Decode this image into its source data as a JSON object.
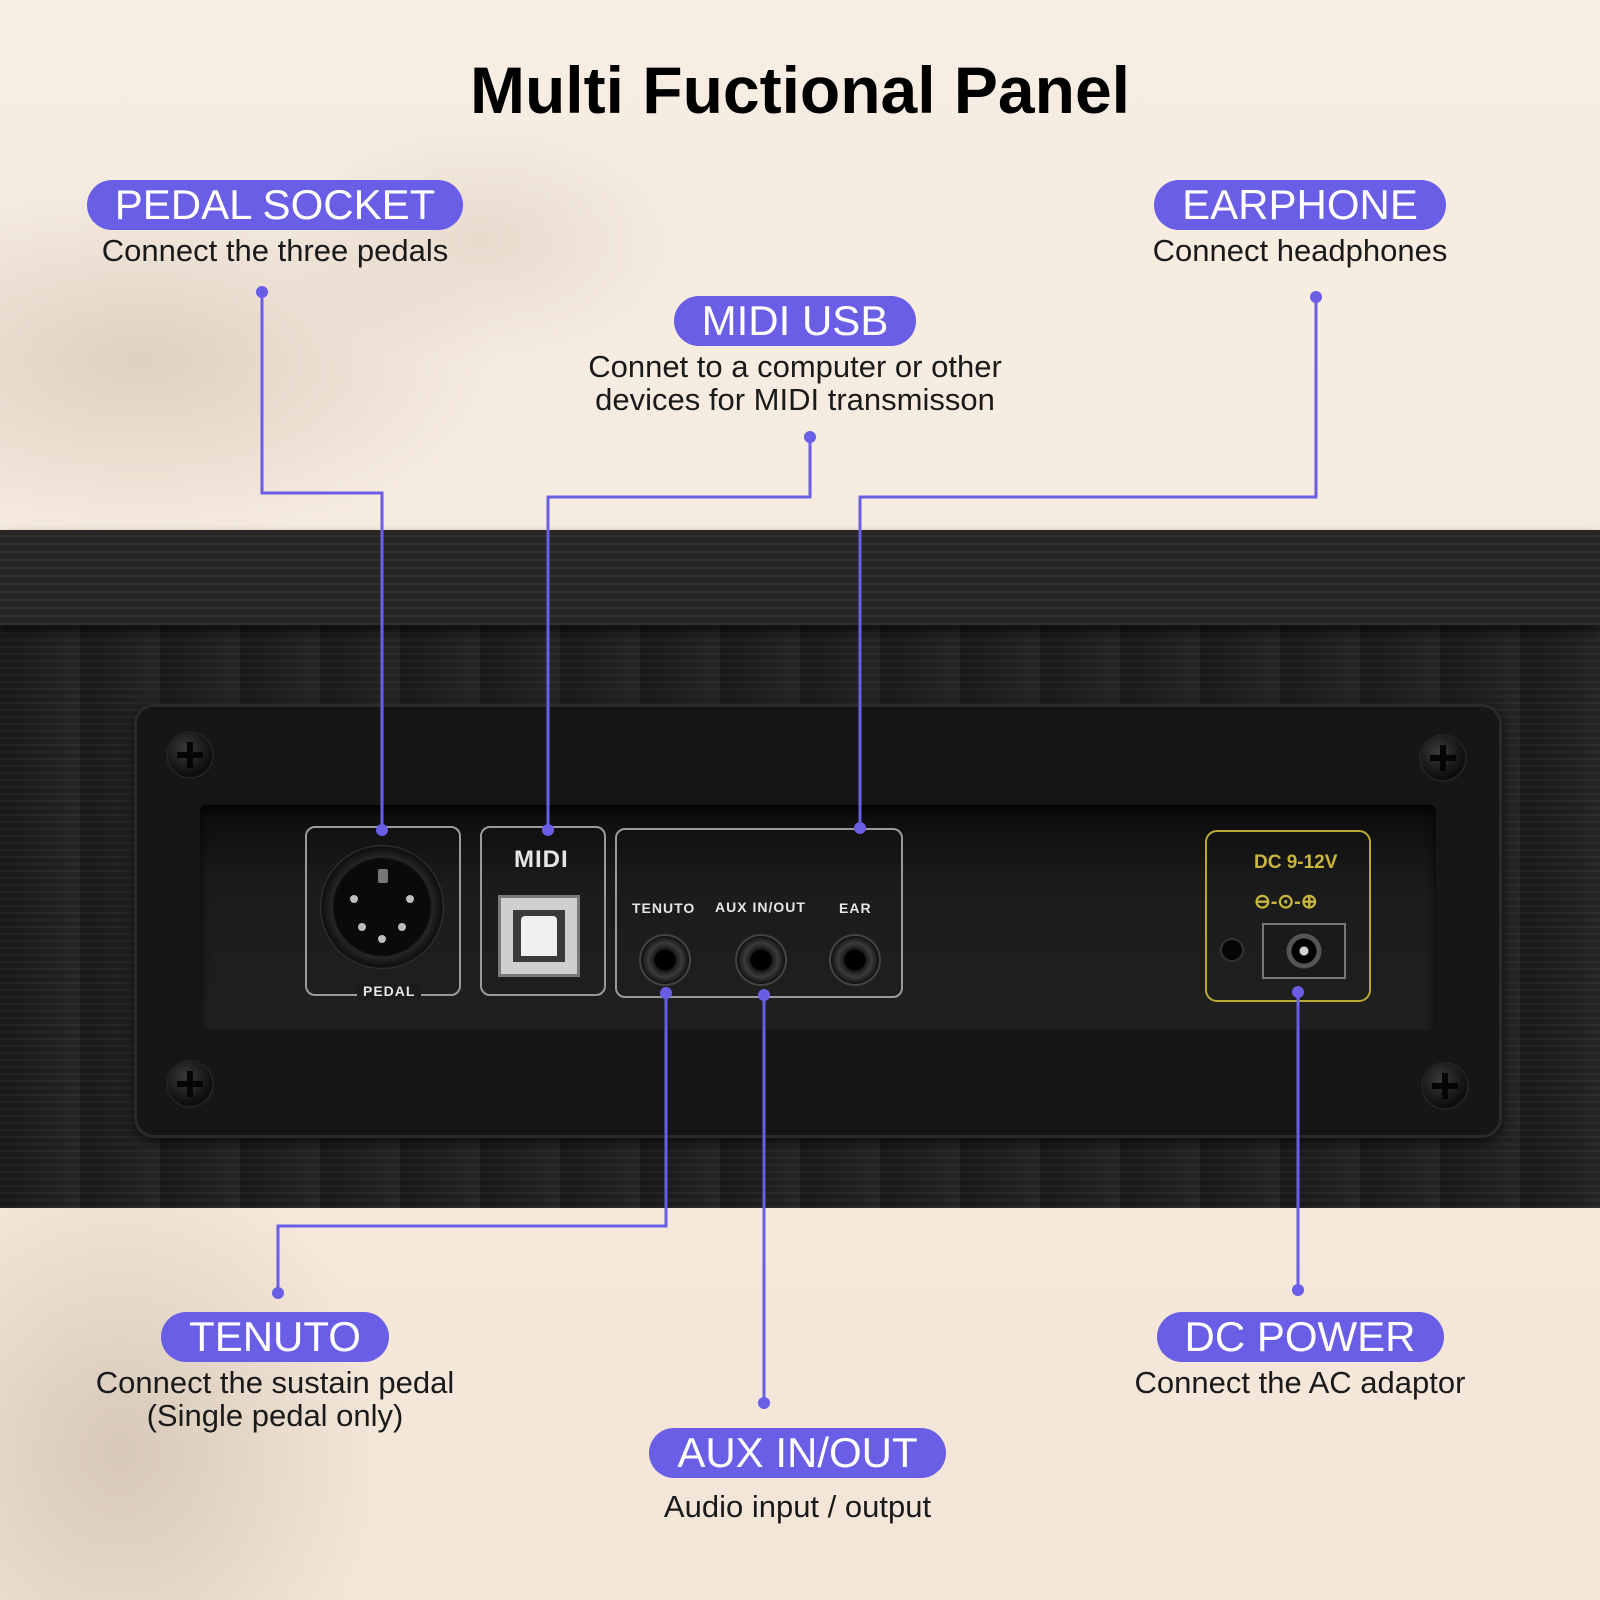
{
  "title": "Multi Fuctional Panel",
  "accent_color": "#6a5de6",
  "callouts": {
    "pedal_socket": {
      "label": "PEDAL SOCKET",
      "desc": "Connect the three pedals"
    },
    "earphone": {
      "label": "EARPHONE",
      "desc": "Connect headphones"
    },
    "midi_usb": {
      "label": "MIDI USB",
      "desc_line1": "Connet to a computer or other",
      "desc_line2": "devices for MIDI transmisson"
    },
    "tenuto": {
      "label": "TENUTO",
      "desc_line1": "Connect the sustain pedal",
      "desc_line2": "(Single pedal only)"
    },
    "aux": {
      "label": "AUX IN/OUT",
      "desc": "Audio input / output"
    },
    "dc_power": {
      "label": "DC POWER",
      "desc": "Connect the AC adaptor"
    }
  },
  "panel_labels": {
    "pedal": "PEDAL",
    "midi": "MIDI",
    "tenuto": "TENUTO",
    "aux": "AUX IN/OUT",
    "ear": "EAR",
    "dc": "DC 9-12V",
    "polarity": "⊖-⊙-⊕"
  }
}
